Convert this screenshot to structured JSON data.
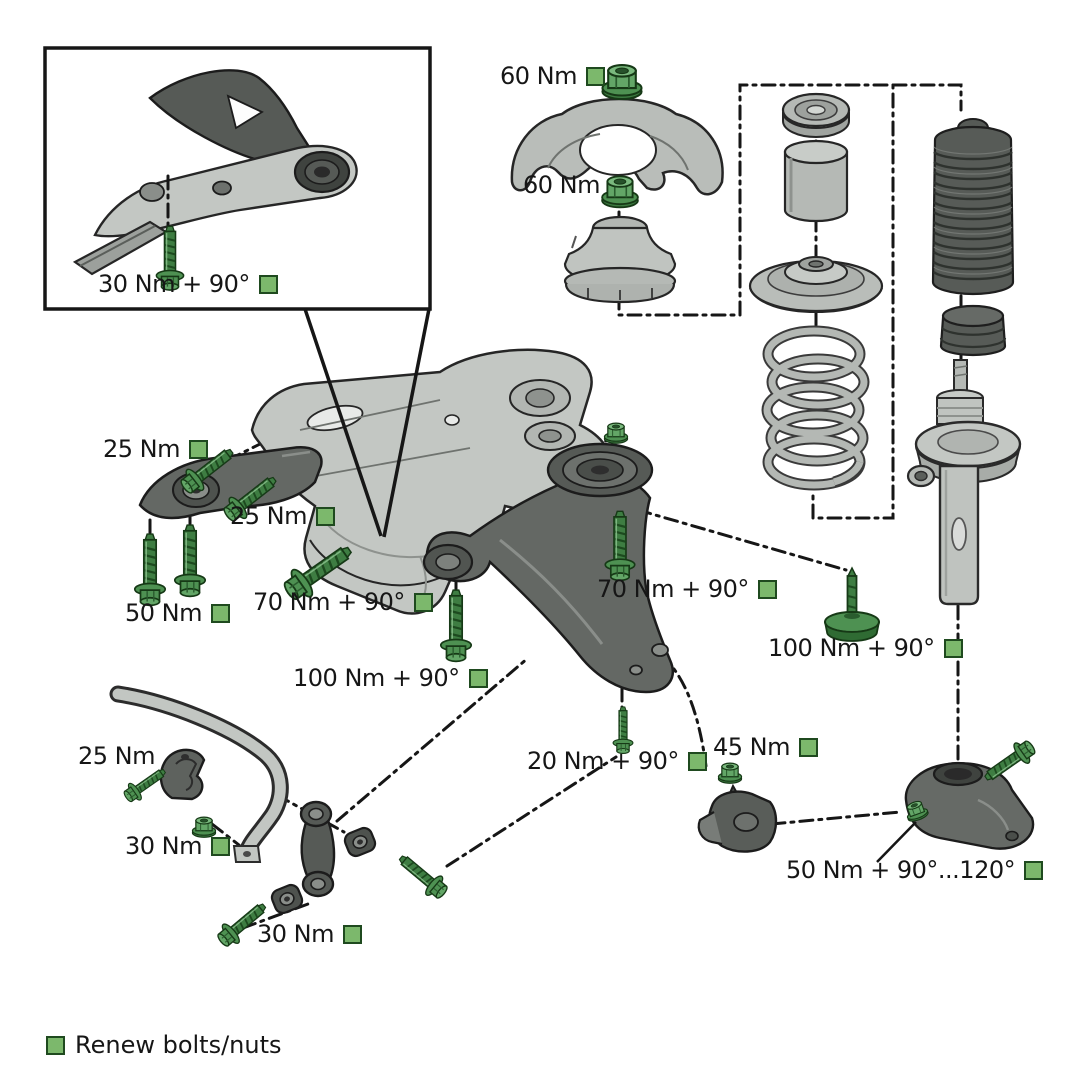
{
  "diagram_title": "Front suspension exploded torque diagram",
  "colors": {
    "background": "#ffffff",
    "renew_green": "#7cb86c",
    "renew_green_border": "#1f4a1f",
    "bolt_green": "#4e9152",
    "part_light": "#c3c7c3",
    "part_dark": "#5e625e",
    "line": "#161616"
  },
  "labels": {
    "inset_arm_bolt": "30 Nm + 90°",
    "mount_nut_upper": "60 Nm",
    "mount_nut_lower": "60 Nm",
    "console_bolt_a": "25 Nm",
    "console_bolt_b": "25 Nm",
    "console_long_bolts": "50 Nm",
    "subframe_front_bolt": "70 Nm + 90°",
    "arm_rear_bolt": "70 Nm + 90°",
    "arm_front_bolt": "100 Nm + 90°",
    "strut_pinch_bolt": "100 Nm + 90°",
    "stab_clamp_bolt": "25 Nm",
    "stab_bar_nut": "30 Nm",
    "arm_knuckle_bolt": "20 Nm + 90°",
    "ball_joint_nut": "45 Nm",
    "stab_link_bolt": "30 Nm",
    "knuckle_pinch_bolt": "50 Nm + 90°...120°"
  },
  "legend": {
    "text": "Renew bolts/nuts"
  }
}
